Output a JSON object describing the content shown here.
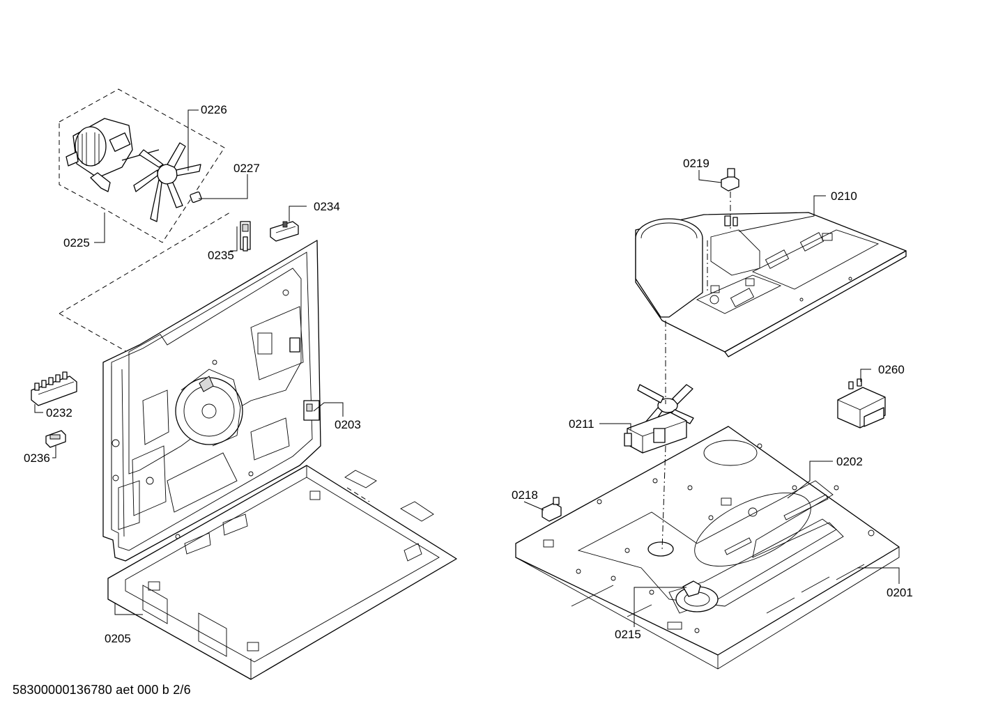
{
  "labels": {
    "p0226": "0226",
    "p0227": "0227",
    "p0225": "0225",
    "p0234": "0234",
    "p0235": "0235",
    "p0232": "0232",
    "p0236": "0236",
    "p0203": "0203",
    "p0205": "0205",
    "p0219": "0219",
    "p0210": "0210",
    "p0260": "0260",
    "p0211": "0211",
    "p0202": "0202",
    "p0218": "0218",
    "p0201": "0201",
    "p0215": "0215"
  },
  "footer": {
    "document_code": "58300000136780 aet 000 b 2/6"
  }
}
